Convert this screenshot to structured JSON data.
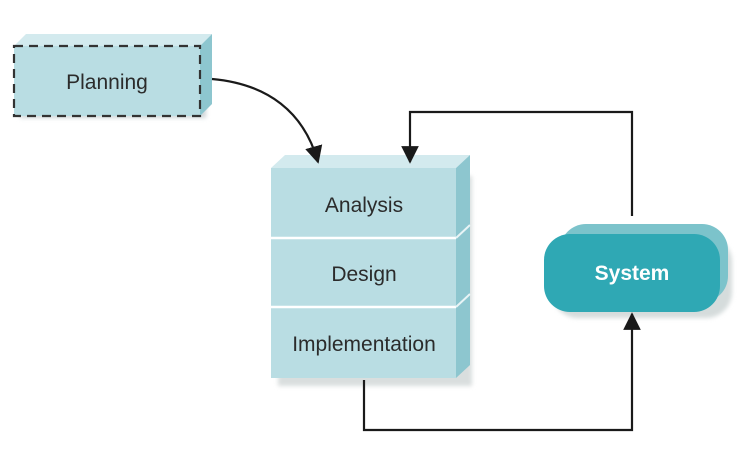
{
  "diagram": {
    "planning": {
      "label": "Planning"
    },
    "stack": {
      "analysis": "Analysis",
      "design": "Design",
      "implementation": "Implementation"
    },
    "system": {
      "label": "System"
    }
  },
  "colors": {
    "box_front": "#b9dde3",
    "box_top": "#d3eaee",
    "box_side": "#8dc6cf",
    "system_fill": "#2fa8b4",
    "system_side": "#7cc3cb",
    "arrow": "#1a1a1a"
  }
}
